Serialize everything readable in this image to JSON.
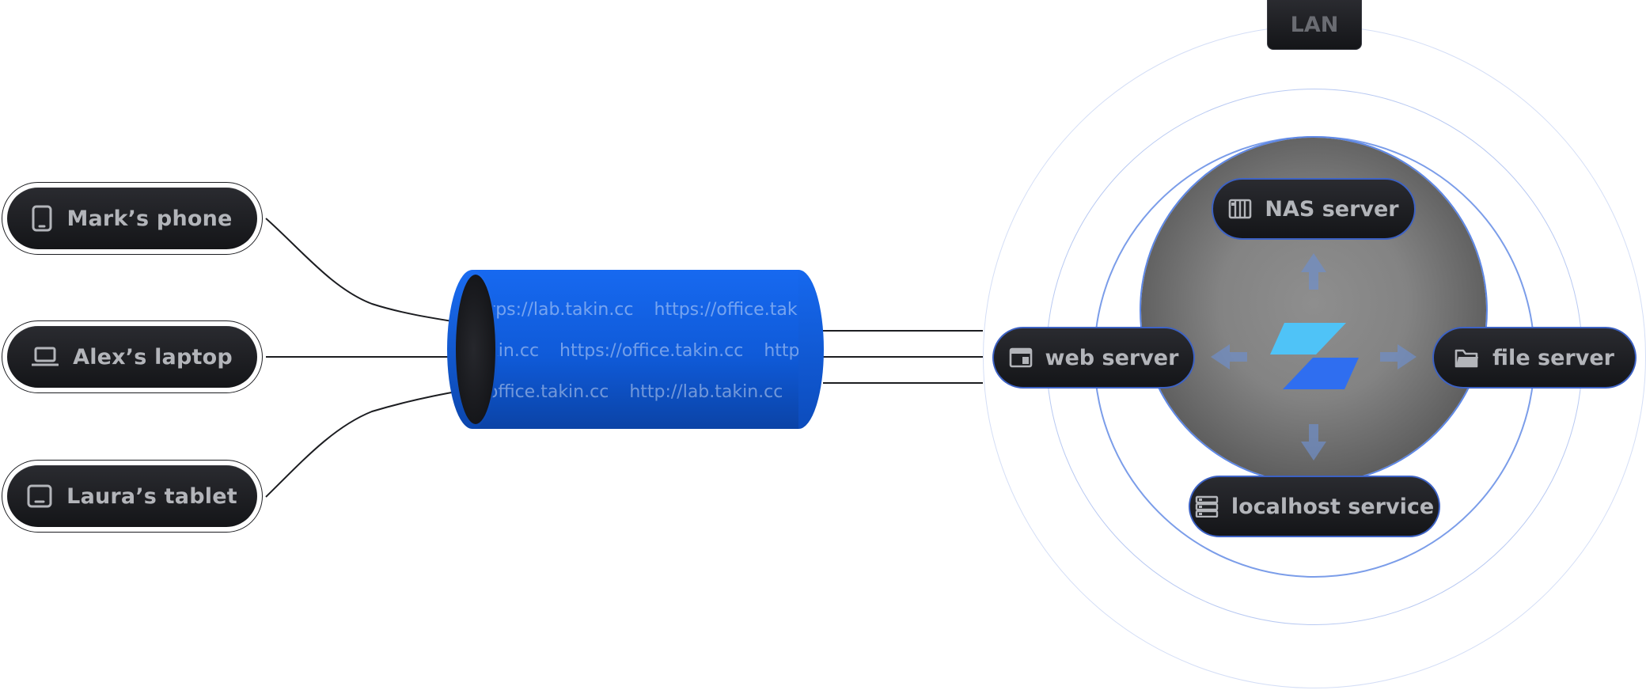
{
  "devices": [
    {
      "label": "Mark’s phone",
      "icon": "phone-icon"
    },
    {
      "label": "Alex’s laptop",
      "icon": "laptop-icon"
    },
    {
      "label": "Laura’s tablet",
      "icon": "tablet-icon"
    }
  ],
  "tunnel": {
    "rows": [
      [
        "https://lab.takin.cc",
        "https://office.takin.cc"
      ],
      [
        "http://lab.takin.cc",
        "https://office.takin.cc",
        "https://office.takin.cc"
      ],
      [
        "https://office.takin.cc",
        "http://lab.takin.cc"
      ]
    ]
  },
  "lan": {
    "title": "LAN",
    "logo": "takin-logo-icon",
    "services": {
      "top": {
        "label": "NAS server",
        "icon": "nas-icon"
      },
      "left": {
        "label": "web server",
        "icon": "browser-window-icon"
      },
      "right": {
        "label": "file server",
        "icon": "folder-icon"
      },
      "bottom": {
        "label": "localhost service",
        "icon": "server-rack-icon"
      }
    }
  },
  "colors": {
    "tunnel_blue": "#1769f0",
    "ring_blue": "#5d87e6",
    "logo_light": "#4fc3f7",
    "logo_dark": "#2f6ef0",
    "pill_dark": "#1c1d21",
    "pill_text": "#b3b5ba"
  }
}
